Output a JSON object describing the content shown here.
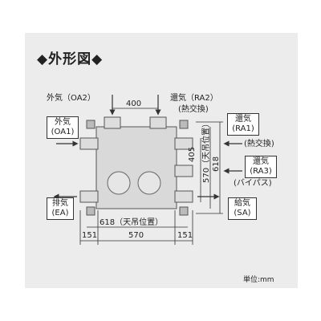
{
  "heading": "◆外形図◆",
  "labels": {
    "oa2": "外気（OA2）",
    "ra2": "還気（RA2）",
    "ra2_note": "(熱交換)",
    "oa1_line1": "外気",
    "oa1_line2": "(OA1)",
    "ra1_line1": "還気",
    "ra1_line2": "(RA1)",
    "ra1_note": "(熱交換)",
    "ra3_line1": "還気",
    "ra3_line2": "(RA3)",
    "ra3_note": "(バイパス)",
    "ea_line1": "排気",
    "ea_line2": "(EA)",
    "sa_line1": "給気",
    "sa_line2": "(SA)"
  },
  "dimensions": {
    "top_width": "400",
    "bottom_overall": "618",
    "bottom_overall_note": "（天吊位置）",
    "bottom_left": "151",
    "bottom_center": "570",
    "bottom_right": "151",
    "right_inner": "405",
    "right_middle": "570",
    "right_middle_note": "（天吊位置）",
    "right_outer": "618"
  },
  "unit_note": "単位:mm"
}
